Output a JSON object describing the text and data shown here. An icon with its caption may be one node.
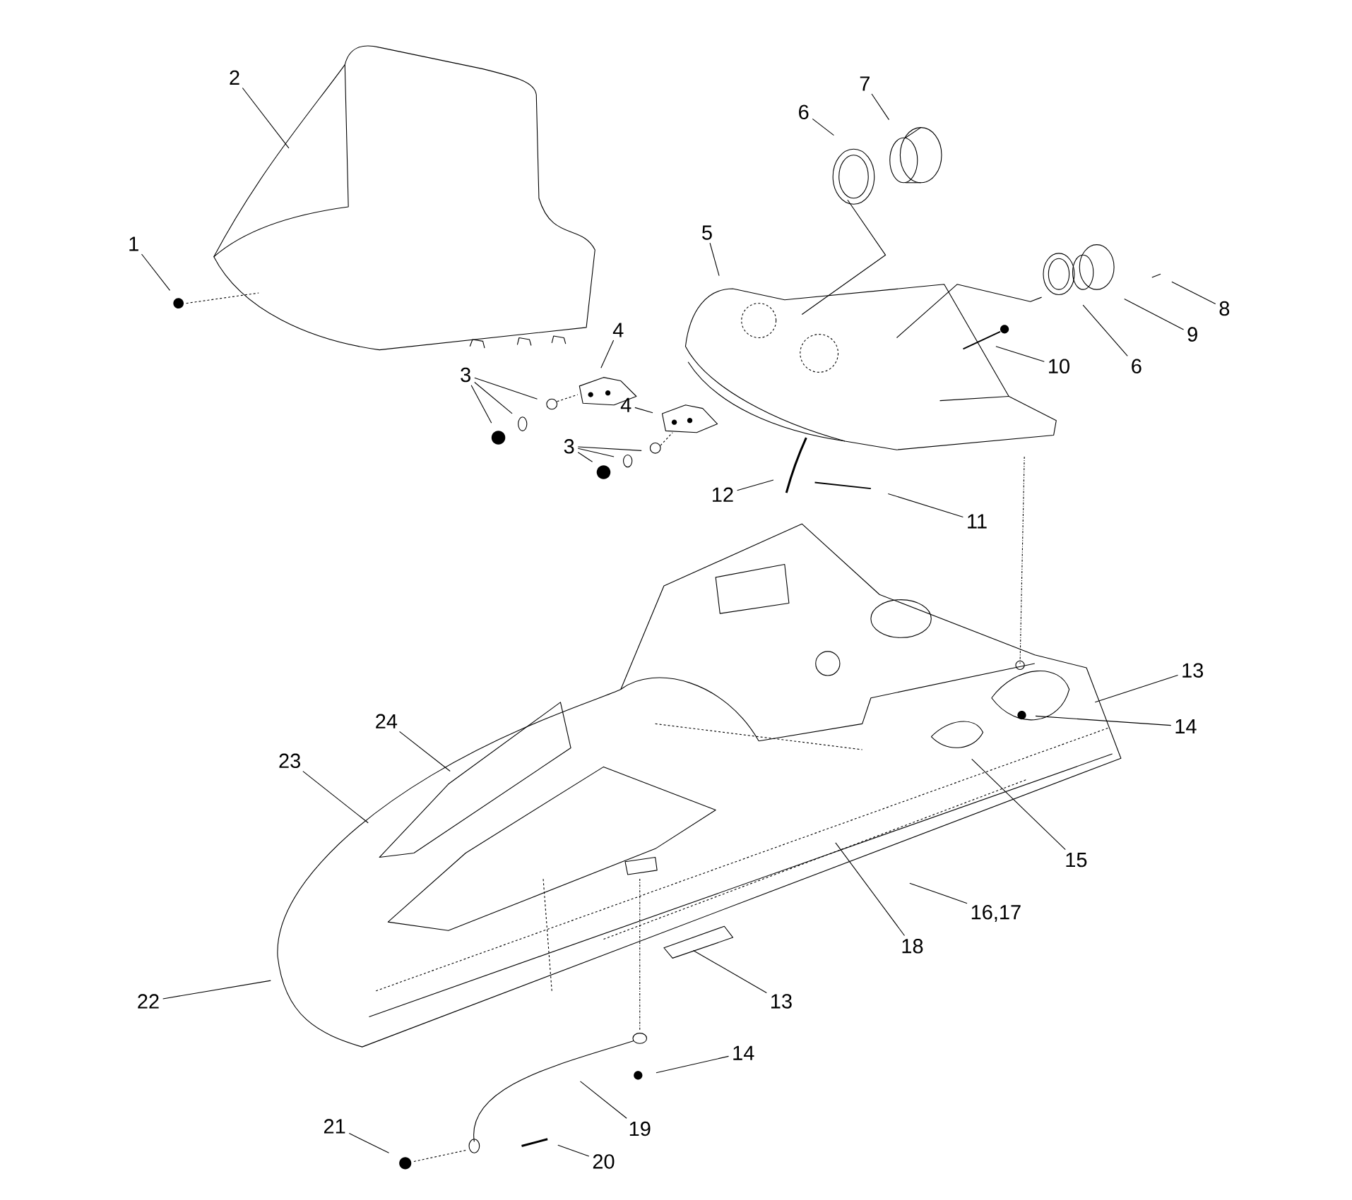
{
  "diagram": {
    "nodes": [
      {
        "text": [
          "7"
        ]
      },
      {
        "text": [
          "2"
        ]
      },
      {
        "text": [
          "6"
        ]
      },
      {
        "text": [
          "5"
        ]
      },
      {
        "text": [
          "1"
        ]
      },
      {
        "text": [
          "8"
        ]
      },
      {
        "text": [
          "4"
        ]
      },
      {
        "text": [
          "9"
        ]
      },
      {
        "text": [
          "10"
        ]
      },
      {
        "text": [
          "6"
        ]
      },
      {
        "text": [
          "3"
        ]
      },
      {
        "text": [
          "4"
        ]
      },
      {
        "text": [
          "3"
        ]
      },
      {
        "text": [
          "12"
        ]
      },
      {
        "text": [
          "11"
        ]
      },
      {
        "text": [
          "13"
        ]
      },
      {
        "text": [
          "24"
        ]
      },
      {
        "text": [
          "14"
        ]
      },
      {
        "text": [
          "23"
        ]
      },
      {
        "text": [
          "15"
        ]
      },
      {
        "text": [
          "16,17"
        ]
      },
      {
        "text": [
          "18"
        ]
      },
      {
        "text": [
          "22"
        ]
      },
      {
        "text": [
          "13"
        ]
      },
      {
        "text": [
          "14"
        ]
      },
      {
        "text": [
          "21"
        ]
      },
      {
        "text": [
          "19"
        ]
      },
      {
        "text": [
          "20"
        ]
      }
    ],
    "edges": [
      {
        "from": 0,
        "to": null,
        "arrow": "none"
      },
      {
        "from": 1,
        "to": null,
        "arrow": "none"
      },
      {
        "from": 2,
        "to": null,
        "arrow": "none"
      },
      {
        "from": 3,
        "to": null,
        "arrow": "none"
      },
      {
        "from": 4,
        "to": null,
        "arrow": "none"
      },
      {
        "from": 5,
        "to": null,
        "arrow": "none"
      },
      {
        "from": 6,
        "to": null,
        "arrow": "none"
      },
      {
        "from": 7,
        "to": null,
        "arrow": "none"
      },
      {
        "from": 8,
        "to": null,
        "arrow": "none"
      },
      {
        "from": 9,
        "to": null,
        "arrow": "none"
      },
      {
        "from": 10,
        "to": null,
        "arrow": "none"
      },
      {
        "from": 10,
        "to": null,
        "arrow": "none"
      },
      {
        "from": 10,
        "to": null,
        "arrow": "none"
      },
      {
        "from": 11,
        "to": null,
        "arrow": "none"
      },
      {
        "from": 12,
        "to": null,
        "arrow": "none"
      },
      {
        "from": 12,
        "to": null,
        "arrow": "none"
      },
      {
        "from": 12,
        "to": null,
        "arrow": "none"
      },
      {
        "from": 13,
        "to": null,
        "arrow": "none"
      },
      {
        "from": 14,
        "to": null,
        "arrow": "none"
      },
      {
        "from": 15,
        "to": null,
        "arrow": "none"
      },
      {
        "from": 16,
        "to": null,
        "arrow": "none"
      },
      {
        "from": 17,
        "to": null,
        "arrow": "none"
      },
      {
        "from": 18,
        "to": null,
        "arrow": "none"
      },
      {
        "from": 19,
        "to": null,
        "arrow": "none"
      },
      {
        "from": 20,
        "to": null,
        "arrow": "none"
      },
      {
        "from": 21,
        "to": null,
        "arrow": "none"
      },
      {
        "from": 22,
        "to": null,
        "arrow": "none"
      },
      {
        "from": 23,
        "to": null,
        "arrow": "none"
      },
      {
        "from": 24,
        "to": null,
        "arrow": "none"
      },
      {
        "from": 25,
        "to": null,
        "arrow": "none"
      },
      {
        "from": 26,
        "to": null,
        "arrow": "none"
      },
      {
        "from": 27,
        "to": null,
        "arrow": "none"
      }
    ]
  }
}
